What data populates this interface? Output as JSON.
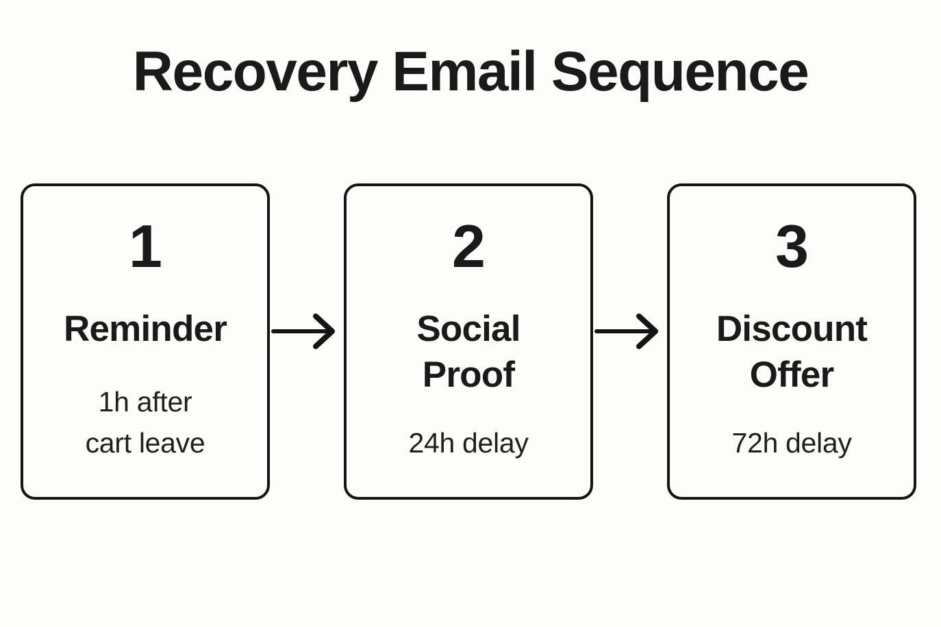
{
  "diagram": {
    "title": "Recovery Email Sequence",
    "type": "linear-flow",
    "background_color": "#fdfdfc",
    "text_color": "#1a1a1a",
    "border_color": "#141414",
    "steps": [
      {
        "number": "1",
        "title": "Reminder",
        "caption_line_1": "1h after",
        "caption_line_2": "cart leave"
      },
      {
        "number": "2",
        "title_line_1": "Social",
        "title_line_2": "Proof",
        "caption_line_1": "24h delay",
        "caption_line_2": ""
      },
      {
        "number": "3",
        "title_line_1": "Discount",
        "title_line_2": "Offer",
        "caption_line_1": "72h delay",
        "caption_line_2": ""
      }
    ],
    "connectors": [
      {
        "from": "1",
        "to": "2",
        "icon": "arrow-right-icon"
      },
      {
        "from": "2",
        "to": "3",
        "icon": "arrow-right-icon"
      }
    ]
  }
}
